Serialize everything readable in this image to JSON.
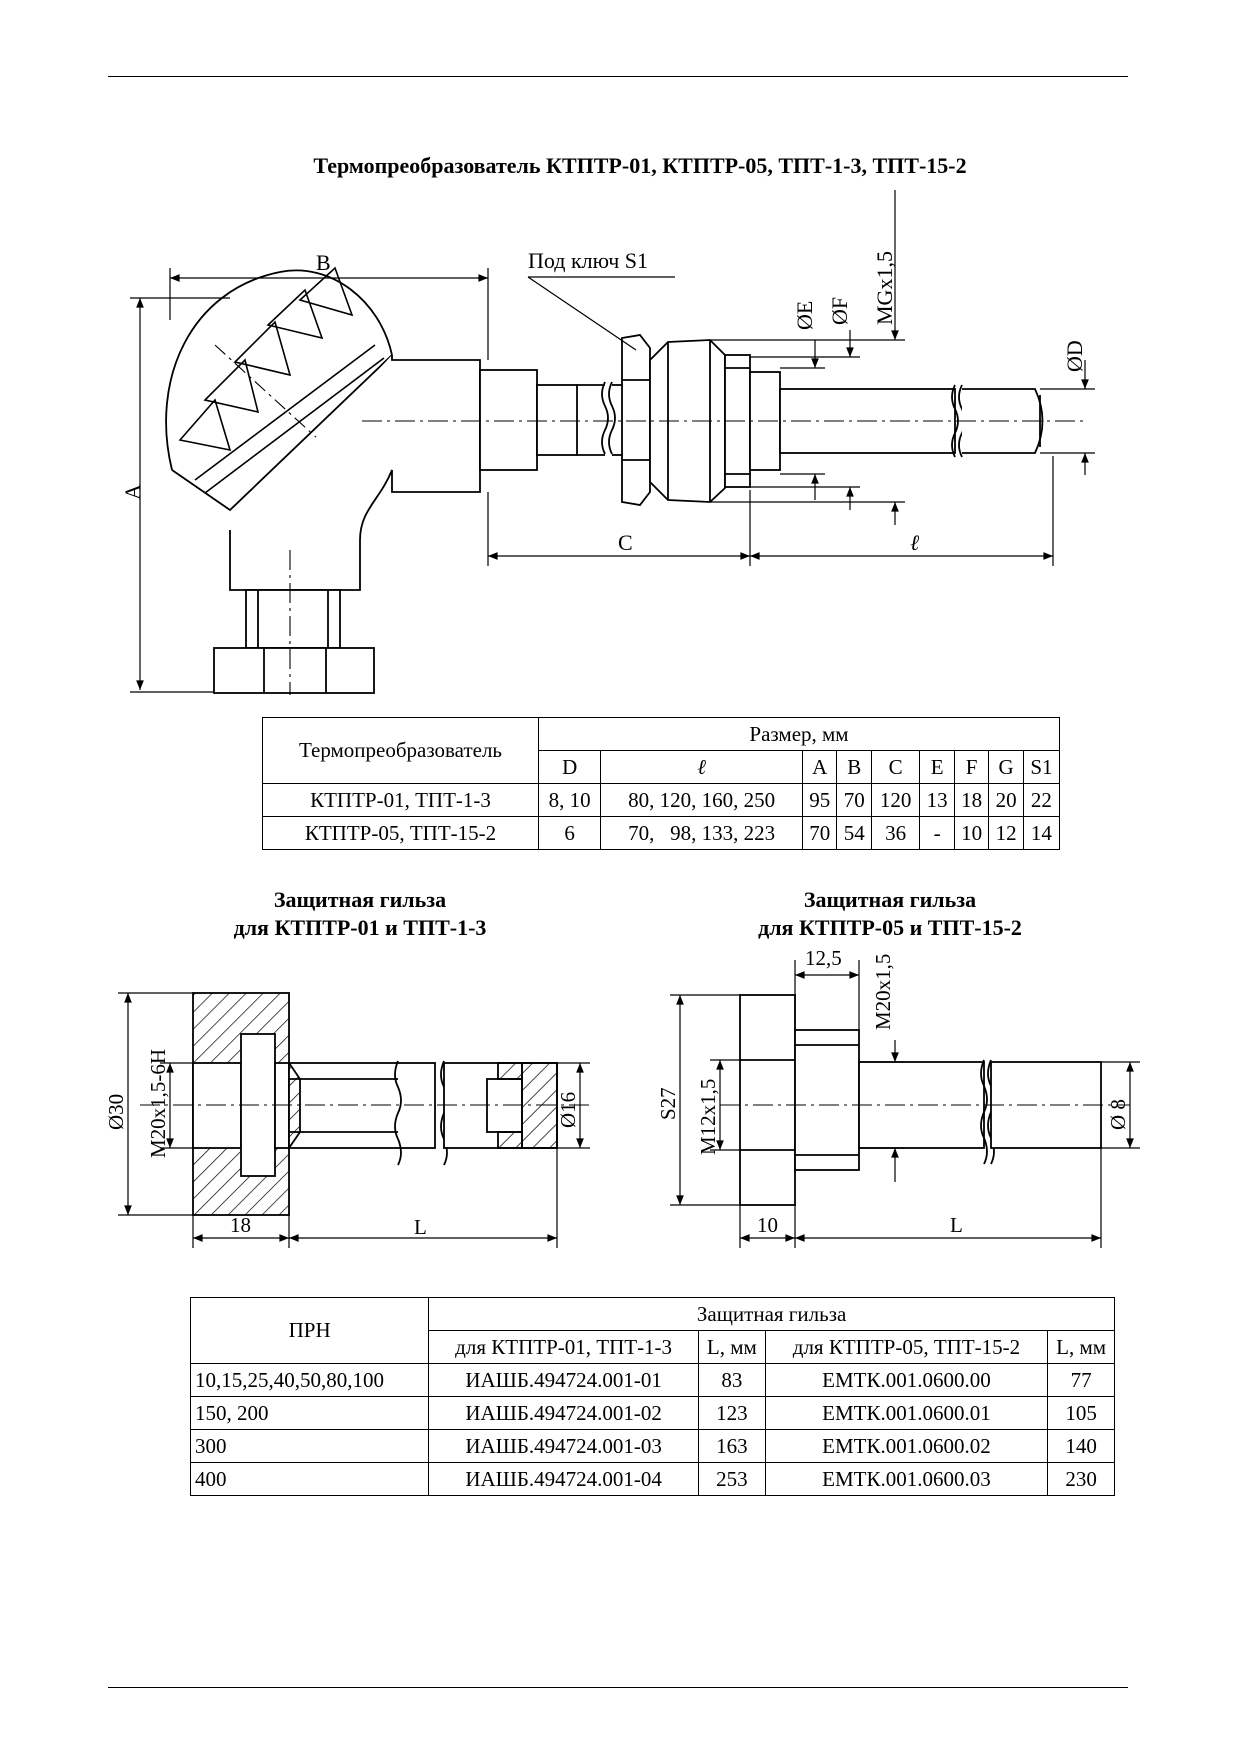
{
  "page_title": "Термопреобразователь КТПТР-01, КТПТР-05, ТПТ-1-3, ТПТ-15-2",
  "main_drawing": {
    "wrench_label": "Под ключ S1",
    "dim_A": "A",
    "dim_B": "B",
    "dim_C": "C",
    "dim_l": "ℓ",
    "dim_E": "ØE",
    "dim_F": "ØF",
    "dim_G": "MGx1,5",
    "dim_D": "ØD"
  },
  "table1": {
    "header_col1": "Термопреобразователь",
    "header_size": "Размер, мм",
    "columns": [
      "D",
      "ℓ",
      "A",
      "B",
      "C",
      "E",
      "F",
      "G",
      "S1"
    ],
    "rows": [
      [
        "КТПТР-01, ТПТ-1-3",
        "8, 10",
        "80, 120, 160, 250",
        "95",
        "70",
        "120",
        "13",
        "18",
        "20",
        "22"
      ],
      [
        "КТПТР-05, ТПТ-15-2",
        "6",
        "70,   98, 133, 223",
        "70",
        "54",
        "36",
        "-",
        "10",
        "12",
        "14"
      ]
    ]
  },
  "sleeve1": {
    "title_line1": "Защитная гильза",
    "title_line2": "для КТПТР-01 и ТПТ-1-3",
    "dim_outer": "Ø30",
    "dim_thread": "M20x1,5-6H",
    "dim_tube": "Ø16",
    "dim_head": "18",
    "dim_L": "L"
  },
  "sleeve2": {
    "title_line1": "Защитная гильза",
    "title_line2": "для КТПТР-05 и ТПТ-15-2",
    "dim_wrench": "S27",
    "dim_thread_in": "M12x1,5",
    "dim_thread_out": "M20x1,5",
    "dim_collar": "12,5",
    "dim_tube": "Ø 8",
    "dim_head": "10",
    "dim_L": "L"
  },
  "table2": {
    "header_prn": "ПРН",
    "header_group": "Защитная гильза",
    "sub_headers": [
      "для КТПТР-01, ТПТ-1-3",
      "L, мм",
      "для КТПТР-05, ТПТ-15-2",
      "L, мм"
    ],
    "rows": [
      [
        "10,15,25,40,50,80,100",
        "ИАШБ.494724.001-01",
        "83",
        "ЕМТК.001.0600.00",
        "77"
      ],
      [
        "150, 200",
        "ИАШБ.494724.001-02",
        "123",
        "ЕМТК.001.0600.01",
        "105"
      ],
      [
        "300",
        "ИАШБ.494724.001-03",
        "163",
        "ЕМТК.001.0600.02",
        "140"
      ],
      [
        "400",
        "ИАШБ.494724.001-04",
        "253",
        "ЕМТК.001.0600.03",
        "230"
      ]
    ]
  }
}
